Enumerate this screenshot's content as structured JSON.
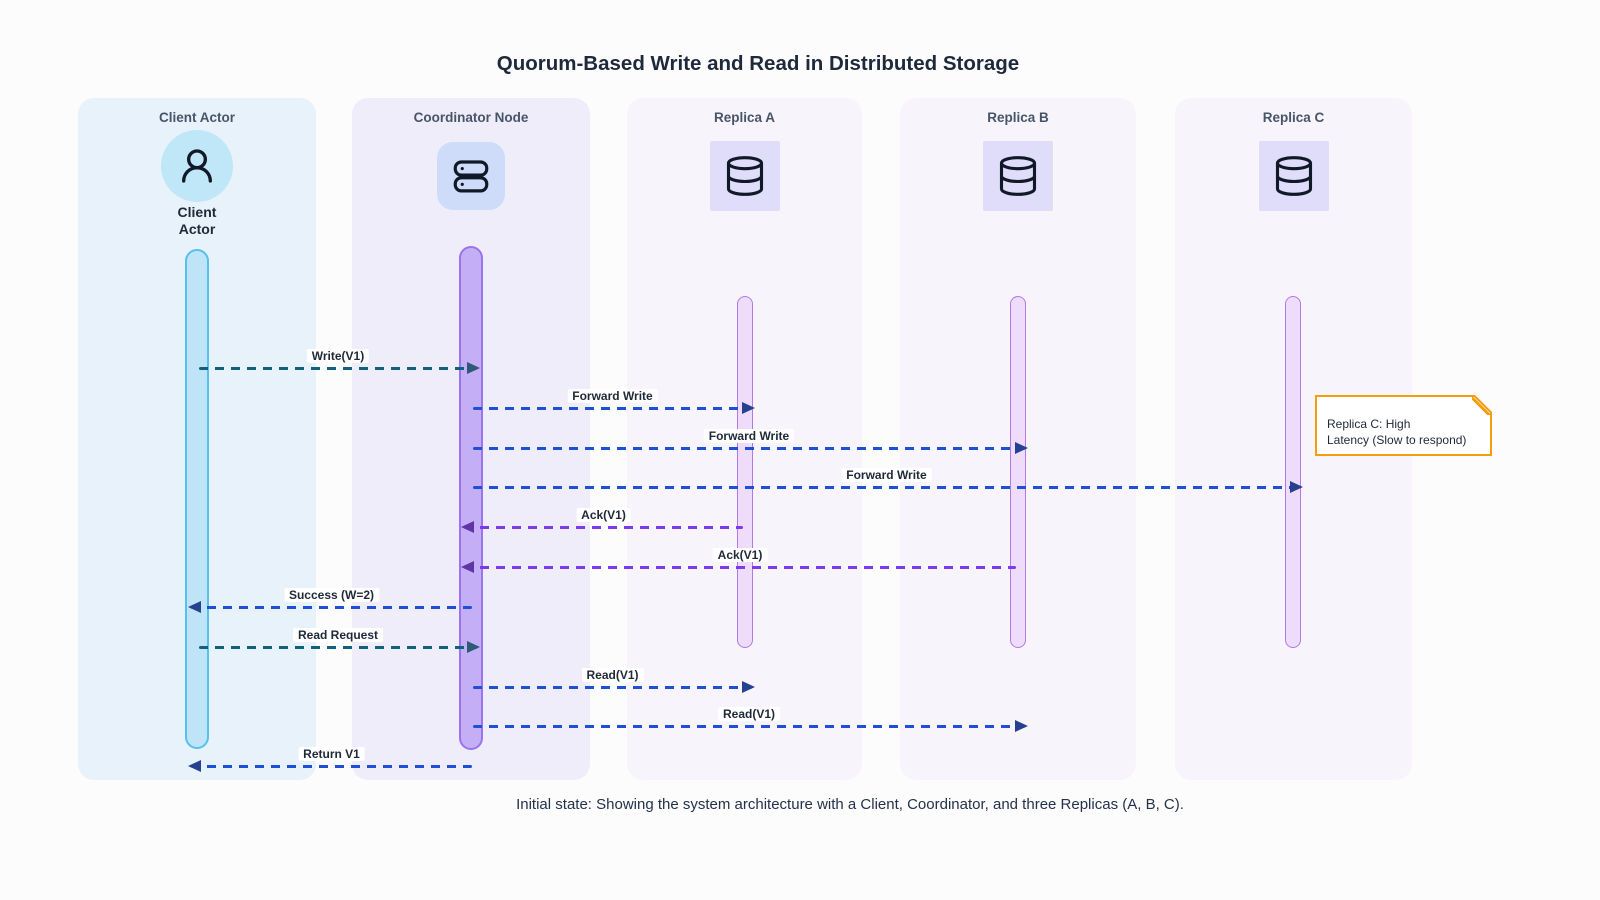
{
  "title": "Quorum-Based Write and Read in Distributed Storage",
  "caption": "Initial state: Showing the system architecture with a Client, Coordinator, and three Replicas (A, B, C).",
  "palette": {
    "client_lane_bg": "#e8f2fb",
    "coordinator_lane_bg": "#f0edfb",
    "replica_lane_bg": "#f8f4fc",
    "client_lifeline": "#55c1ec",
    "coordinator_lifeline": "#9a73ee",
    "replica_lifeline": "#b179e6",
    "teal_arrow": "#11607d",
    "blue_arrow": "#1d4fd7",
    "purple_arrow": "#7c3aed",
    "note_border": "#f59e0b"
  },
  "lanes": [
    {
      "title": "Client Actor",
      "icon": "person-icon",
      "node_label_lines": [
        "Client",
        "Actor"
      ]
    },
    {
      "title": "Coordinator Node",
      "icon": "server-icon"
    },
    {
      "title": "Replica A",
      "icon": "database-icon"
    },
    {
      "title": "Replica B",
      "icon": "database-icon"
    },
    {
      "title": "Replica C",
      "icon": "database-icon"
    }
  ],
  "messages": [
    {
      "label": "Write(V1)",
      "from": "Client Actor",
      "to": "Coordinator Node",
      "color": "#11607d"
    },
    {
      "label": "Forward Write",
      "from": "Coordinator Node",
      "to": "Replica A",
      "color": "#1d4fd7"
    },
    {
      "label": "Forward Write",
      "from": "Coordinator Node",
      "to": "Replica B",
      "color": "#1d4fd7"
    },
    {
      "label": "Forward Write",
      "from": "Coordinator Node",
      "to": "Replica C",
      "color": "#1d4fd7"
    },
    {
      "label": "Ack(V1)",
      "from": "Replica A",
      "to": "Coordinator Node",
      "color": "#7c3aed"
    },
    {
      "label": "Ack(V1)",
      "from": "Replica B",
      "to": "Coordinator Node",
      "color": "#7c3aed"
    },
    {
      "label": "Success (W=2)",
      "from": "Coordinator Node",
      "to": "Client Actor",
      "color": "#1d4fd7"
    },
    {
      "label": "Read Request",
      "from": "Client Actor",
      "to": "Coordinator Node",
      "color": "#11607d"
    },
    {
      "label": "Read(V1)",
      "from": "Coordinator Node",
      "to": "Replica A",
      "color": "#1d4fd7"
    },
    {
      "label": "Read(V1)",
      "from": "Coordinator Node",
      "to": "Replica B",
      "color": "#1d4fd7"
    },
    {
      "label": "Return V1",
      "from": "Coordinator Node",
      "to": "Client Actor",
      "color": "#1d4fd7"
    }
  ],
  "note": {
    "lines": [
      "Replica C: High",
      "Latency (Slow to respond)"
    ],
    "attached_to": "Replica C"
  }
}
